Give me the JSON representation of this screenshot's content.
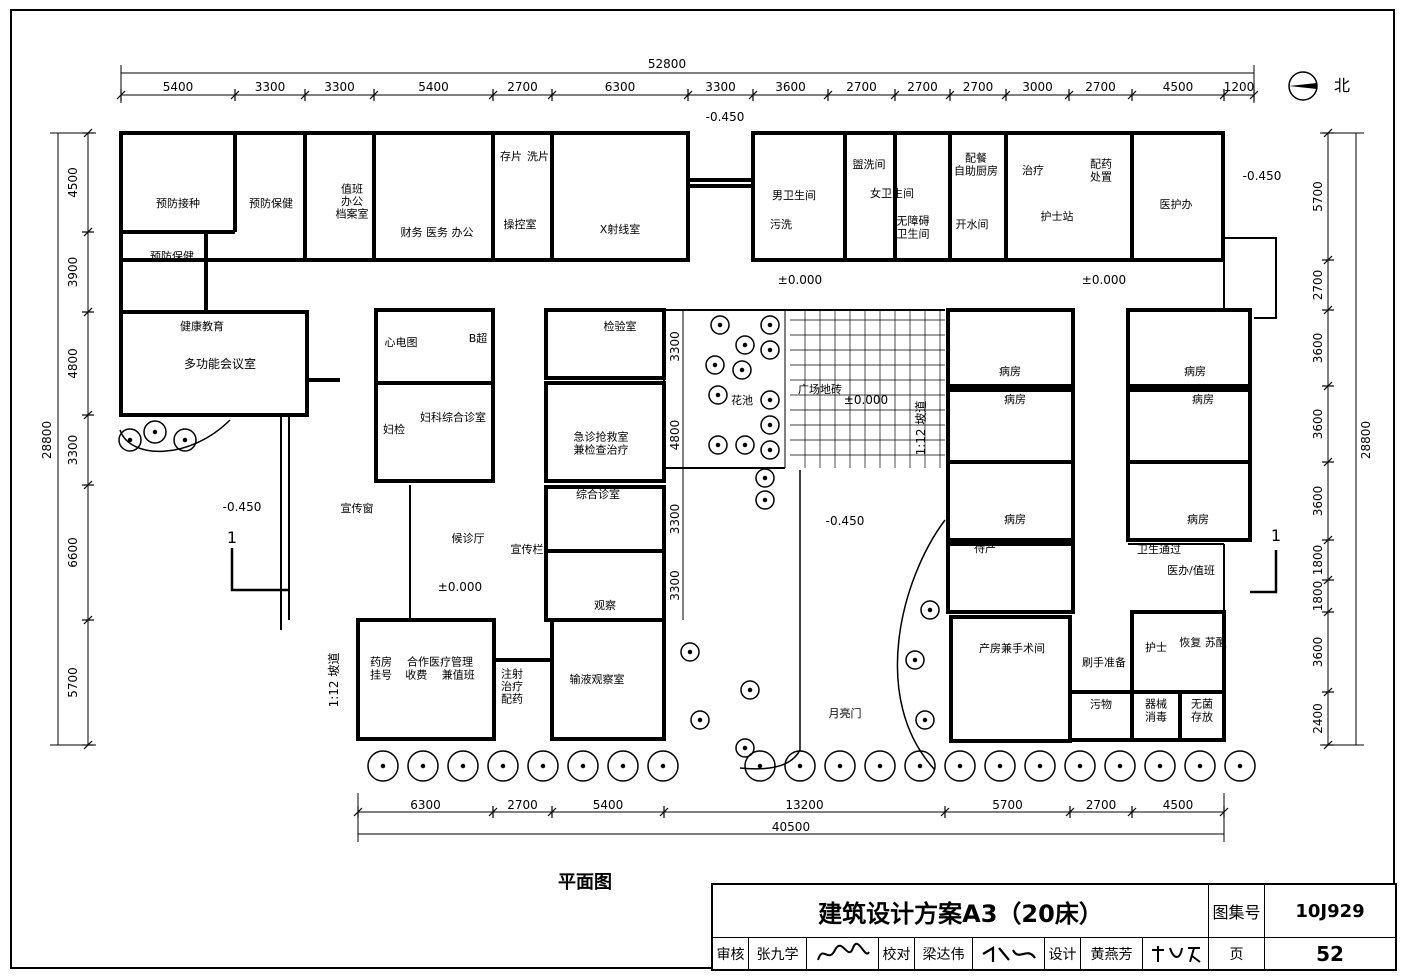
{
  "plan_title": "平面图",
  "north_label": "北",
  "dims_top_total": "52800",
  "dims_top": [
    "5400",
    "3300",
    "3300",
    "5400",
    "2700",
    "6300",
    "3300",
    "3600",
    "2700",
    "2700",
    "2700",
    "3000",
    "2700",
    "4500",
    "1200"
  ],
  "dims_bottom": [
    "6300",
    "2700",
    "5400",
    "13200",
    "5700",
    "2700",
    "4500"
  ],
  "dims_bottom_total": "40500",
  "dims_left": [
    "4500",
    "3900",
    "4800",
    "3300",
    "6600",
    "5700"
  ],
  "dims_left_total": "28800",
  "dims_right": [
    "5700",
    "2700",
    "3600",
    "3600",
    "3600",
    "1800",
    "1800",
    "3600",
    "2400"
  ],
  "dims_right_total": "28800",
  "dims_inner": [
    "3300",
    "4800",
    "3300",
    "3300"
  ],
  "levels": {
    "north_corridor": "-0.450",
    "east": "-0.450",
    "west": "-0.450",
    "center_south": "-0.450",
    "hall_n1": "±0.000",
    "hall_n2": "±0.000",
    "square": "±0.000",
    "lobby": "±0.000"
  },
  "section_mark": "1",
  "ramp_label": "1:12 坡道",
  "rooms": {
    "preventive_vaccination": "预防接种",
    "preventive_care1": "预防保健",
    "duty_office": "值班\n办公\n档案室",
    "finance_medical": "财务 医务 办公",
    "film_storage": "存片",
    "film_wash": "洗片",
    "control_room": "操控室",
    "xray_room": "X射线室",
    "male_wc": "男卫生间",
    "washroom": "盥洗间",
    "female_wc": "女卫生间",
    "barrier_free_wc": "无障碍\n卫生间",
    "dirty_wash": "污洗",
    "catering": "配餐\n自助厨房",
    "boiling_water": "开水间",
    "treatment": "治疗",
    "dispensing": "配药\n处置",
    "nurse_station": "护士站",
    "medical_office": "医护办",
    "preventive_care2": "预防保健",
    "health_education": "健康教育",
    "meeting_room": "多功能会议室",
    "ecg": "心电图",
    "ultrasound": "B超",
    "gyn_clinic": "妇科综合诊室",
    "gyn_exam": "妇检",
    "waiting_hall": "候诊厅",
    "bulletin_window": "宣传窗",
    "bulletin_board": "宣传栏",
    "lab": "检验室",
    "emergency": "急诊抢救室\n兼检查治疗",
    "general_clinic": "综合诊室",
    "observation": "观察",
    "pharmacy": "药房\n挂号",
    "coop_medical": "合作医疗管理\n收费　 兼值班",
    "injection": "注射\n治疗\n配药",
    "infusion": "输液观察室",
    "flower_bed": "花池",
    "square_paving": "广场地砖",
    "moon_gate": "月亮门",
    "ward": "病房",
    "waiting_labor": "待产",
    "delivery_room": "产房兼手术间",
    "scrub": "刷手准备",
    "dirty_room": "污物",
    "instrument": "器械\n消毒",
    "sterile": "无菌\n存放",
    "recovery": "恢复 苏醒",
    "nurse": "护士",
    "sanitary_passage": "卫生通过",
    "doctor_duty": "医办/值班"
  },
  "title_block": {
    "drawing_title": "建筑设计方案A3（20床）",
    "atlas_label": "图集号",
    "atlas_no": "10J929",
    "review_label": "审核",
    "reviewer": "张九学",
    "check_label": "校对",
    "checker": "梁达伟",
    "design_label": "设计",
    "designer": "黄燕芳",
    "page_label": "页",
    "page_no": "52"
  }
}
